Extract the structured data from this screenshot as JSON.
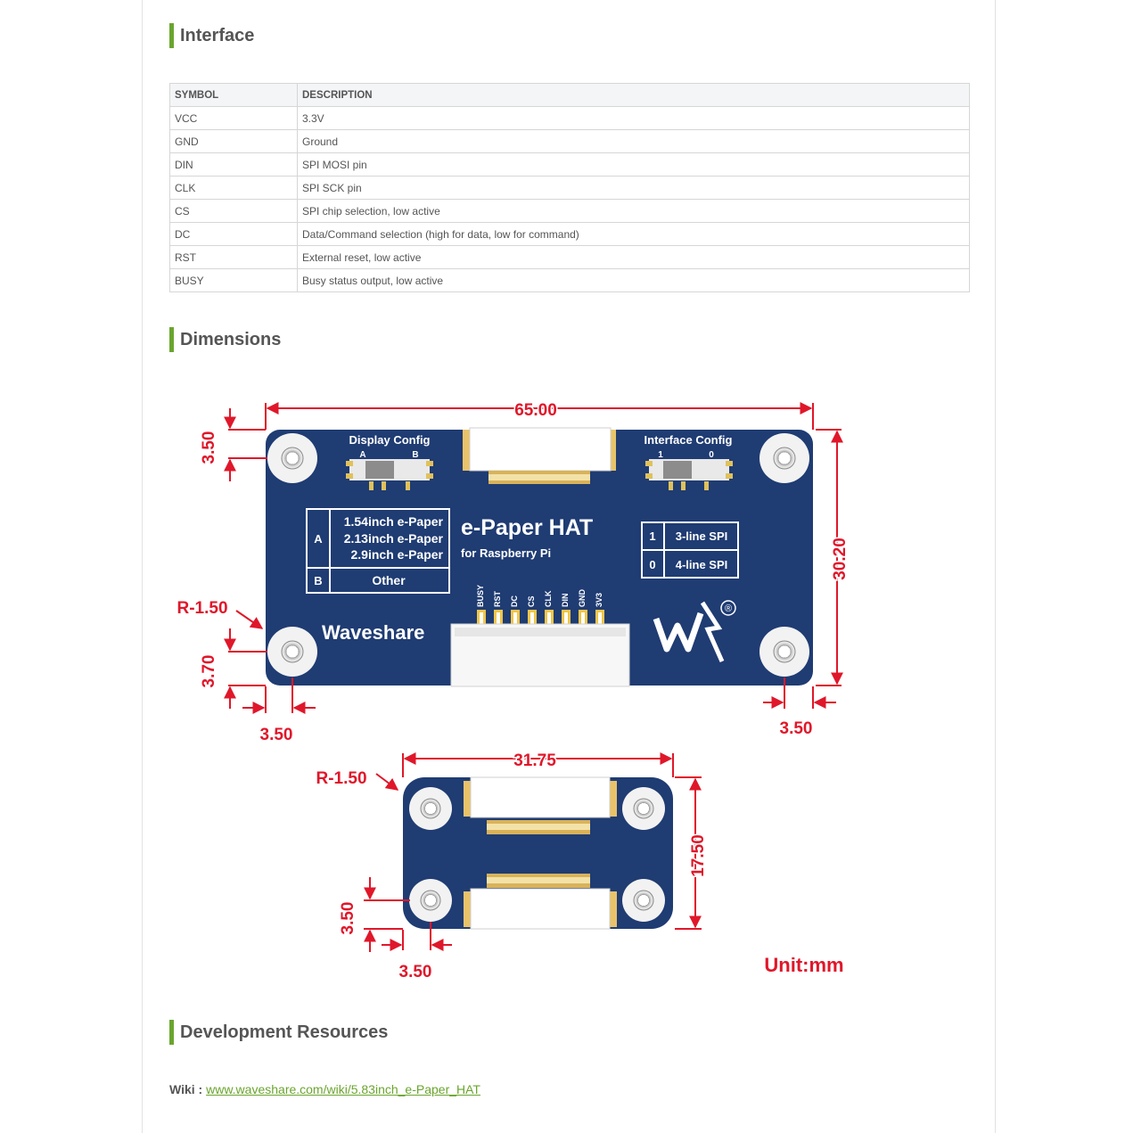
{
  "sections": {
    "interface": "Interface",
    "dimensions": "Dimensions",
    "resources": "Development Resources"
  },
  "table": {
    "headers": [
      "SYMBOL",
      "DESCRIPTION"
    ],
    "rows": [
      [
        "VCC",
        "3.3V"
      ],
      [
        "GND",
        "Ground"
      ],
      [
        "DIN",
        "SPI MOSI pin"
      ],
      [
        "CLK",
        "SPI SCK pin"
      ],
      [
        "CS",
        "SPI chip selection, low active"
      ],
      [
        "DC",
        "Data/Command selection (high for data, low for command)"
      ],
      [
        "RST",
        "External reset, low active"
      ],
      [
        "BUSY",
        "Busy status output, low active"
      ]
    ]
  },
  "board": {
    "display_config": "Display Config",
    "interface_config": "Interface Config",
    "switch_a": "A",
    "switch_b": "B",
    "switch_1": "1",
    "switch_0": "0",
    "title": "e-Paper HAT",
    "subtitle": "for Raspberry Pi",
    "brand": "Waveshare",
    "registered": "®",
    "table_left": {
      "row_a_key": "A",
      "row_a_lines": [
        "1.54inch e-Paper",
        "2.13inch e-Paper",
        "2.9inch e-Paper"
      ],
      "row_b_key": "B",
      "row_b_value": "Other"
    },
    "table_right": [
      {
        "key": "1",
        "value": "3-line SPI"
      },
      {
        "key": "0",
        "value": "4-line SPI"
      }
    ],
    "pins": [
      "BUSY",
      "RST",
      "DC",
      "CS",
      "CLK",
      "DIN",
      "GND",
      "3V3"
    ]
  },
  "dims": {
    "width_main": "65.00",
    "height_main": "30.20",
    "top_offset": "3.50",
    "corner_radius": "R-1.50",
    "bottom_offset": "3.70",
    "left_offset": "3.50",
    "right_offset": "3.50",
    "width_small": "31.75",
    "height_small": "17.50",
    "corner_radius_small": "R-1.50",
    "small_bottom_offset": "3.50",
    "small_left_offset": "3.50",
    "unit": "Unit:mm"
  },
  "wiki": {
    "label": "Wiki :",
    "link": "www.waveshare.com/wiki/5.83inch_e-Paper_HAT"
  },
  "colors": {
    "accent": "#6aa52e",
    "board": "#1f3c73",
    "dimension": "#e0172a"
  }
}
